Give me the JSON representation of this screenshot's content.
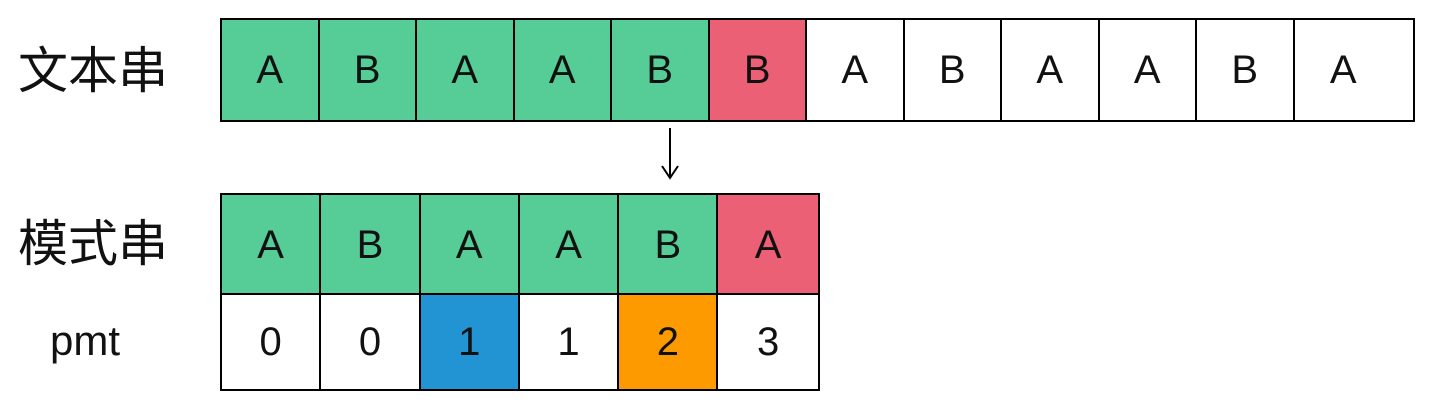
{
  "labels": {
    "text": "文本串",
    "pattern": "模式串",
    "pmt": "pmt"
  },
  "colors": {
    "match": "#56cc96",
    "mismatch": "#ec6075",
    "blue": "#2294d3",
    "orange": "#fd9a00",
    "empty": "#ffffff"
  },
  "text_cells": [
    {
      "value": "A",
      "color": "#56cc96"
    },
    {
      "value": "B",
      "color": "#56cc96"
    },
    {
      "value": "A",
      "color": "#56cc96"
    },
    {
      "value": "A",
      "color": "#56cc96"
    },
    {
      "value": "B",
      "color": "#56cc96"
    },
    {
      "value": "B",
      "color": "#ec6075"
    },
    {
      "value": "A",
      "color": "#ffffff"
    },
    {
      "value": "B",
      "color": "#ffffff"
    },
    {
      "value": "A",
      "color": "#ffffff"
    },
    {
      "value": "A",
      "color": "#ffffff"
    },
    {
      "value": "B",
      "color": "#ffffff"
    },
    {
      "value": "A",
      "color": "#ffffff"
    }
  ],
  "pattern_cells": [
    {
      "value": "A",
      "color": "#56cc96"
    },
    {
      "value": "B",
      "color": "#56cc96"
    },
    {
      "value": "A",
      "color": "#56cc96"
    },
    {
      "value": "A",
      "color": "#56cc96"
    },
    {
      "value": "B",
      "color": "#56cc96"
    },
    {
      "value": "A",
      "color": "#ec6075"
    }
  ],
  "pmt_cells": [
    {
      "value": "0",
      "color": "#ffffff"
    },
    {
      "value": "0",
      "color": "#ffffff"
    },
    {
      "value": "1",
      "color": "#2294d3"
    },
    {
      "value": "1",
      "color": "#ffffff"
    },
    {
      "value": "2",
      "color": "#fd9a00"
    },
    {
      "value": "3",
      "color": "#ffffff"
    }
  ],
  "arrow_icon": "down-arrow-icon"
}
